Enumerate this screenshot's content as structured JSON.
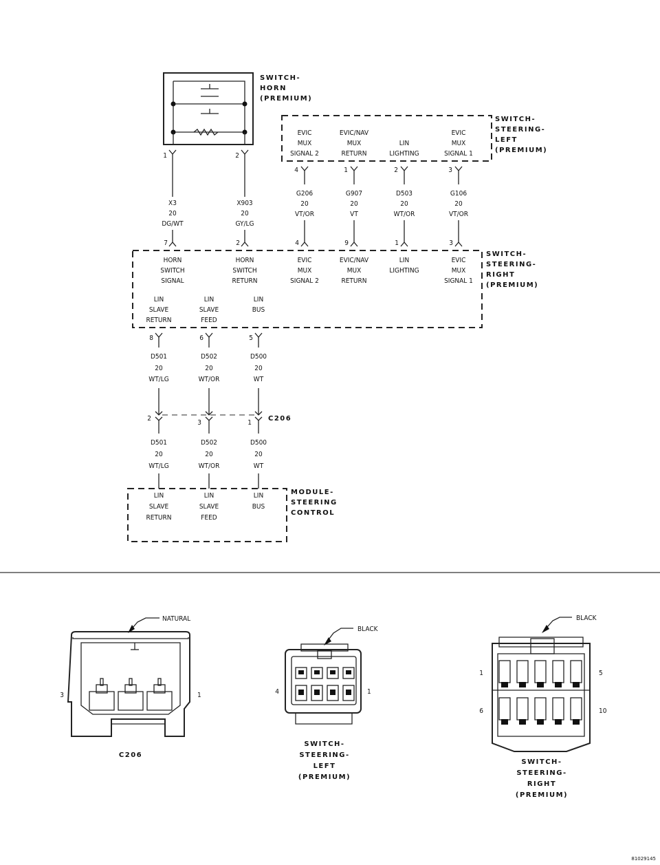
{
  "components": {
    "horn_switch": {
      "label": [
        "SWITCH-",
        "HORN",
        "(PREMIUM)"
      ],
      "pins": [
        "1",
        "2"
      ]
    },
    "steering_left": {
      "label": [
        "SWITCH-",
        "STEERING-",
        "LEFT",
        "(PREMIUM)"
      ],
      "cells": [
        [
          "EVIC",
          "MUX",
          "SIGNAL 2"
        ],
        [
          "EVIC/NAV",
          "MUX",
          "RETURN"
        ],
        [
          "",
          "LIN",
          "LIGHTING"
        ],
        [
          "EVIC",
          "MUX",
          "SIGNAL 1"
        ]
      ],
      "pins": [
        "4",
        "1",
        "2",
        "3"
      ]
    },
    "steering_right": {
      "label": [
        "SWITCH-",
        "STEERING-",
        "RIGHT",
        "(PREMIUM)"
      ],
      "top_cells": [
        [
          "HORN",
          "SWITCH",
          "SIGNAL"
        ],
        [
          "HORN",
          "SWITCH",
          "RETURN"
        ],
        [
          "EVIC",
          "MUX",
          "SIGNAL 2"
        ],
        [
          "EVIC/NAV",
          "MUX",
          "RETURN"
        ],
        [
          "LIN",
          "LIGHTING",
          ""
        ],
        [
          "EVIC",
          "MUX",
          "SIGNAL 1"
        ]
      ],
      "top_pins": [
        "7",
        "2",
        "4",
        "9",
        "1",
        "3"
      ],
      "bottom_cells": [
        [
          "LIN",
          "SLAVE",
          "RETURN"
        ],
        [
          "LIN",
          "SLAVE",
          "FEED"
        ],
        [
          "LIN",
          "BUS",
          ""
        ]
      ],
      "bottom_pins": [
        "8",
        "6",
        "5"
      ]
    },
    "c206": {
      "label": "C206",
      "pins": [
        "2",
        "3",
        "1"
      ]
    },
    "module": {
      "label": [
        "MODULE-",
        "STEERING",
        "CONTROL"
      ],
      "cells": [
        [
          "LIN",
          "SLAVE",
          "RETURN"
        ],
        [
          "LIN",
          "SLAVE",
          "FEED"
        ],
        [
          "LIN",
          "BUS",
          ""
        ]
      ]
    }
  },
  "wires": {
    "horn_to_right": [
      [
        "X3",
        "20",
        "DG/WT"
      ],
      [
        "X903",
        "20",
        "GY/LG"
      ]
    ],
    "left_to_right": [
      [
        "G206",
        "20",
        "VT/OR"
      ],
      [
        "G907",
        "20",
        "VT"
      ],
      [
        "D503",
        "20",
        "WT/OR"
      ],
      [
        "G106",
        "20",
        "VT/OR"
      ]
    ],
    "right_to_c206": [
      [
        "D501",
        "20",
        "WT/LG"
      ],
      [
        "D502",
        "20",
        "WT/OR"
      ],
      [
        "D500",
        "20",
        "WT"
      ]
    ],
    "c206_to_module": [
      [
        "D501",
        "20",
        "WT/LG"
      ],
      [
        "D502",
        "20",
        "WT/OR"
      ],
      [
        "D500",
        "20",
        "WT"
      ]
    ]
  },
  "connector_views": {
    "c206": {
      "color": "NATURAL",
      "title": "C206",
      "pin_left": "3",
      "pin_right": "1"
    },
    "left": {
      "color": "BLACK",
      "title": [
        "SWITCH-",
        "STEERING-",
        "LEFT",
        "(PREMIUM)"
      ],
      "pin_left": "4",
      "pin_right": "1"
    },
    "right": {
      "color": "BLACK",
      "title": [
        "SWITCH-",
        "STEERING-",
        "RIGHT",
        "(PREMIUM)"
      ],
      "pin_tl": "1",
      "pin_tr": "5",
      "pin_bl": "6",
      "pin_br": "10"
    }
  },
  "figure_id": "81029145"
}
